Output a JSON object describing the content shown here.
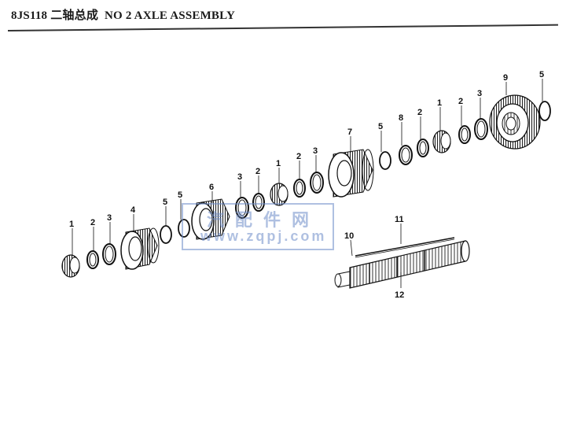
{
  "header": {
    "code": "8JS118",
    "cn_title": "二轴总成",
    "en_title": "NO 2 AXLE ASSEMBLY"
  },
  "watermark": {
    "top": "汽配件网",
    "bottom": "www.zqpj.com"
  },
  "callouts": [
    {
      "id": "c1a",
      "text": "1"
    },
    {
      "id": "c2a",
      "text": "2"
    },
    {
      "id": "c3a",
      "text": "3"
    },
    {
      "id": "c4",
      "text": "4"
    },
    {
      "id": "c5a",
      "text": "5"
    },
    {
      "id": "c5b",
      "text": "5"
    },
    {
      "id": "c6",
      "text": "6"
    },
    {
      "id": "c3b",
      "text": "3"
    },
    {
      "id": "c2b",
      "text": "2"
    },
    {
      "id": "c1b",
      "text": "1"
    },
    {
      "id": "c2c",
      "text": "2"
    },
    {
      "id": "c3c",
      "text": "3"
    },
    {
      "id": "c7",
      "text": "7"
    },
    {
      "id": "c5c",
      "text": "5"
    },
    {
      "id": "c8",
      "text": "8"
    },
    {
      "id": "c2d",
      "text": "2"
    },
    {
      "id": "c1c",
      "text": "1"
    },
    {
      "id": "c2e",
      "text": "2"
    },
    {
      "id": "c3d",
      "text": "3"
    },
    {
      "id": "c9",
      "text": "9"
    },
    {
      "id": "c5d",
      "text": "5"
    },
    {
      "id": "c10",
      "text": "10"
    },
    {
      "id": "c11",
      "text": "11"
    },
    {
      "id": "c12",
      "text": "12"
    }
  ]
}
